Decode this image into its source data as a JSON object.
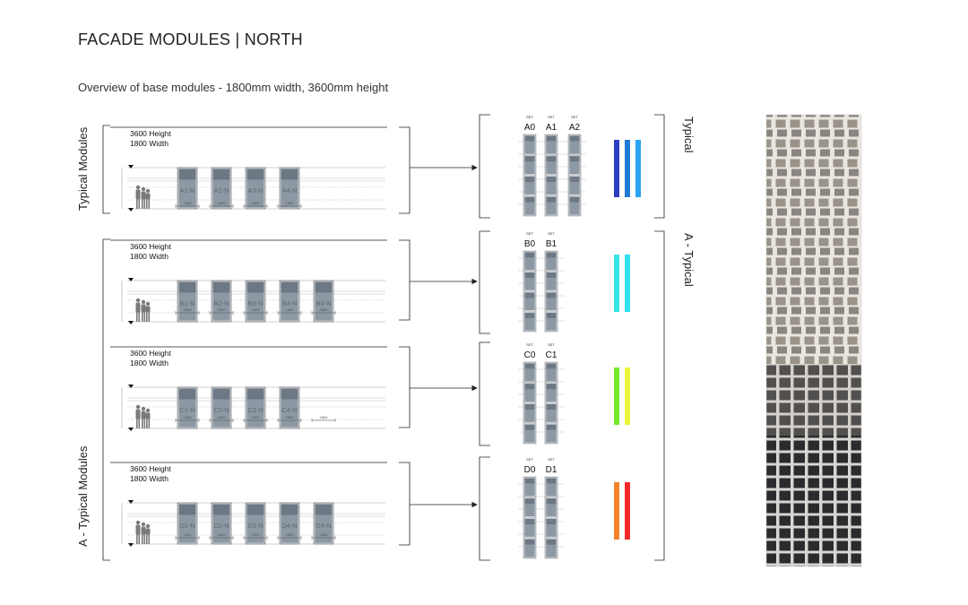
{
  "header": {
    "title": "FACADE MODULES | NORTH",
    "subtitle": "Overview of base modules - 1800mm width, 3600mm height"
  },
  "block_text": {
    "height": "3600 Height",
    "width": "1800 Width"
  },
  "dim_label": "1800",
  "set_label": "SET",
  "groups": [
    {
      "side_label": "Typical Modules",
      "modules": [
        "A1-N",
        "A2-N",
        "A3-N",
        "A4-N"
      ]
    },
    {
      "side_label": "",
      "modules": [
        "B1-N",
        "B2-N",
        "B3-N",
        "B4-N",
        "B4-N"
      ]
    },
    {
      "side_label": "",
      "modules": [
        "C1-N",
        "C2-N",
        "C3-N",
        "C4-N",
        ""
      ]
    },
    {
      "side_label": "A - Typical Modules",
      "modules": [
        "D1-N",
        "D2-N",
        "D3-N",
        "D4-N",
        "D4-N"
      ]
    }
  ],
  "sets": [
    {
      "columns": [
        "A0",
        "A1",
        "A2"
      ]
    },
    {
      "columns": [
        "B0",
        "B1"
      ]
    },
    {
      "columns": [
        "C0",
        "C1"
      ]
    },
    {
      "columns": [
        "D0",
        "D1"
      ]
    }
  ],
  "color_bars": [
    {
      "colors": [
        "#2b3fc0",
        "#1f7ad6",
        "#2aa3f2"
      ]
    },
    {
      "colors": [
        "#35e6e6",
        "#2fe0f0"
      ]
    },
    {
      "colors": [
        "#76e82a",
        "#e9f53a"
      ]
    },
    {
      "colors": [
        "#f5822a",
        "#f02a2a"
      ]
    }
  ],
  "right_labels": {
    "typical": "Typical",
    "a_typical": "A - Typical"
  },
  "colors": {
    "glass": "#8c98a3",
    "glass_dark": "#6c7884",
    "frame": "#c9cdd1",
    "ink": "#222222"
  }
}
